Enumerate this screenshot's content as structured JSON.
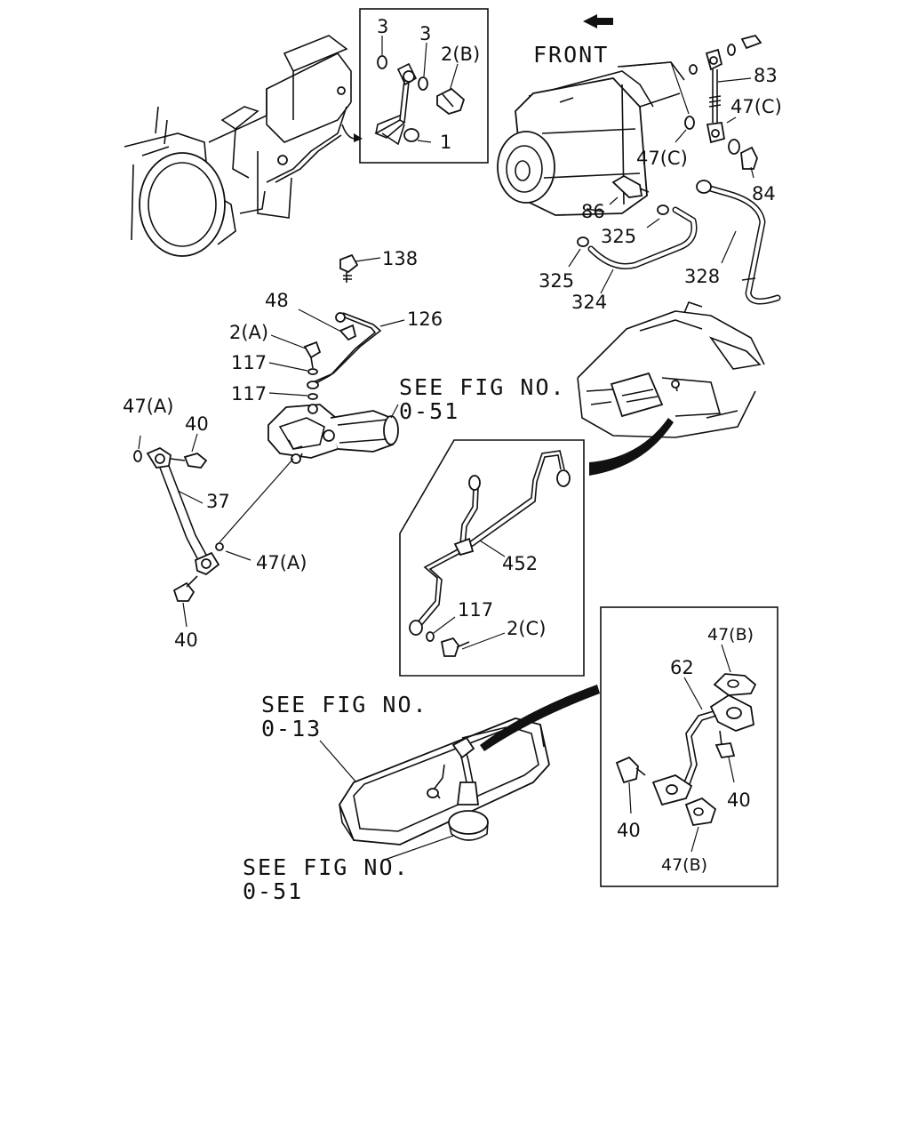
{
  "diagram": {
    "front_label": "FRONT",
    "callouts": {
      "c3a": "3",
      "c3b": "3",
      "c2b": "2(B)",
      "c1": "1",
      "c83": "83",
      "c47c_r": "47(C)",
      "c47c_l": "47(C)",
      "c84": "84",
      "c86": "86",
      "c325a": "325",
      "c325b": "325",
      "c324": "324",
      "c328": "328",
      "c138": "138",
      "c48": "48",
      "c126": "126",
      "c2a": "2(A)",
      "c117a": "117",
      "c117b": "117",
      "c47a_l": "47(A)",
      "c40a": "40",
      "c37": "37",
      "c47a_r": "47(A)",
      "c40b": "40",
      "c452": "452",
      "c117c": "117",
      "c2c": "2(C)",
      "c47b_t": "47(B)",
      "c62": "62",
      "c40c": "40",
      "c40d": "40",
      "c47b_b": "47(B)"
    },
    "refs": {
      "see1_line1": "SEE FIG NO.",
      "see1_line2": "0-51",
      "see2_line1": "SEE FIG NO.",
      "see2_line2": "0-13",
      "see3_line1": "SEE FIG NO.",
      "see3_line2": "0-51"
    }
  }
}
